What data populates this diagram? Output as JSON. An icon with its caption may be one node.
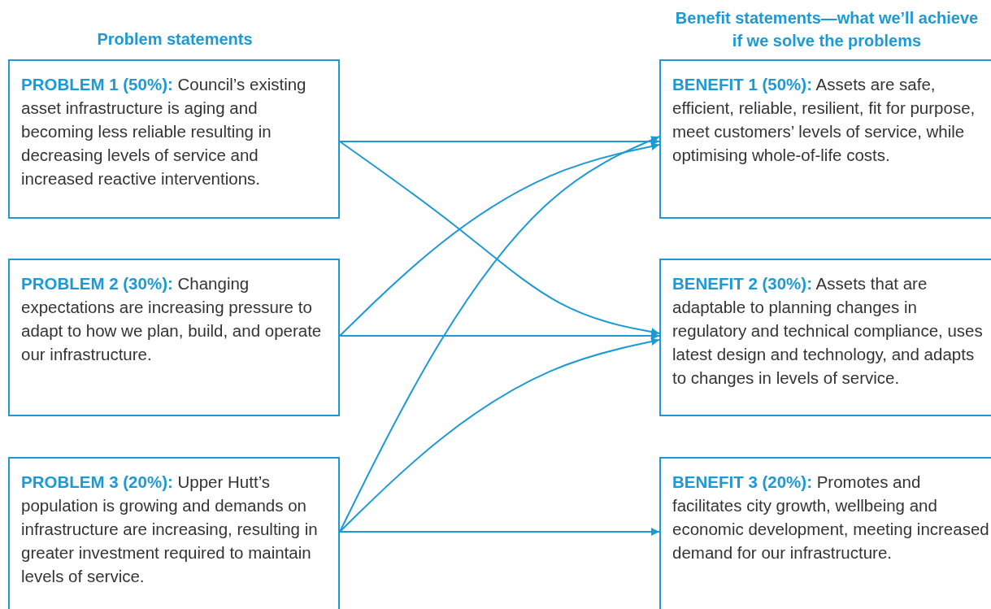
{
  "diagram": {
    "nodes": [
      {
        "text": [
          "**PROBLEM 1 (50%):** Council’s existing asset infrastructure is aging and becoming less reliable resulting in decreasing levels of service and increased reactive interventions."
        ]
      },
      {
        "text": [
          "**PROBLEM 2 (30%):** Changing expectations are increasing pressure to adapt to how we plan, build, and operate our infrastructure."
        ]
      },
      {
        "text": [
          "**PROBLEM 3 (20%):** Upper Hutt’s population is growing and demands on infrastructure are increasing, resulting in greater investment required to maintain levels of service."
        ]
      },
      {
        "text": [
          "**BENEFIT 1 (50%):** Assets are safe, efficient, reliable, resilient, fit for purpose, meet customers’ levels of service, while optimising whole-of-life costs."
        ]
      },
      {
        "text": [
          "**BENEFIT 2 (30%):** Assets that are adaptable to planning changes in regulatory and technical compliance, uses latest design and technology, and adapts to changes in levels of service."
        ]
      },
      {
        "text": [
          "**BENEFIT 3 (20%):** Promotes and facilitates city growth, wellbeing and economic development, meeting increased demand for our infrastructure."
        ]
      }
    ],
    "edges": [
      {
        "from": 0,
        "to": 3,
        "arrow": "to"
      },
      {
        "from": 0,
        "to": 4,
        "arrow": "to"
      },
      {
        "from": 1,
        "to": 3,
        "arrow": "to"
      },
      {
        "from": 1,
        "to": 4,
        "arrow": "to"
      },
      {
        "from": 2,
        "to": 3,
        "arrow": "to"
      },
      {
        "from": 2,
        "to": 4,
        "arrow": "to"
      },
      {
        "from": 2,
        "to": 5,
        "arrow": "to"
      }
    ],
    "labels": [
      "Problem statements",
      "Benefit statements—what we’ll achieve if we solve the problems"
    ]
  }
}
